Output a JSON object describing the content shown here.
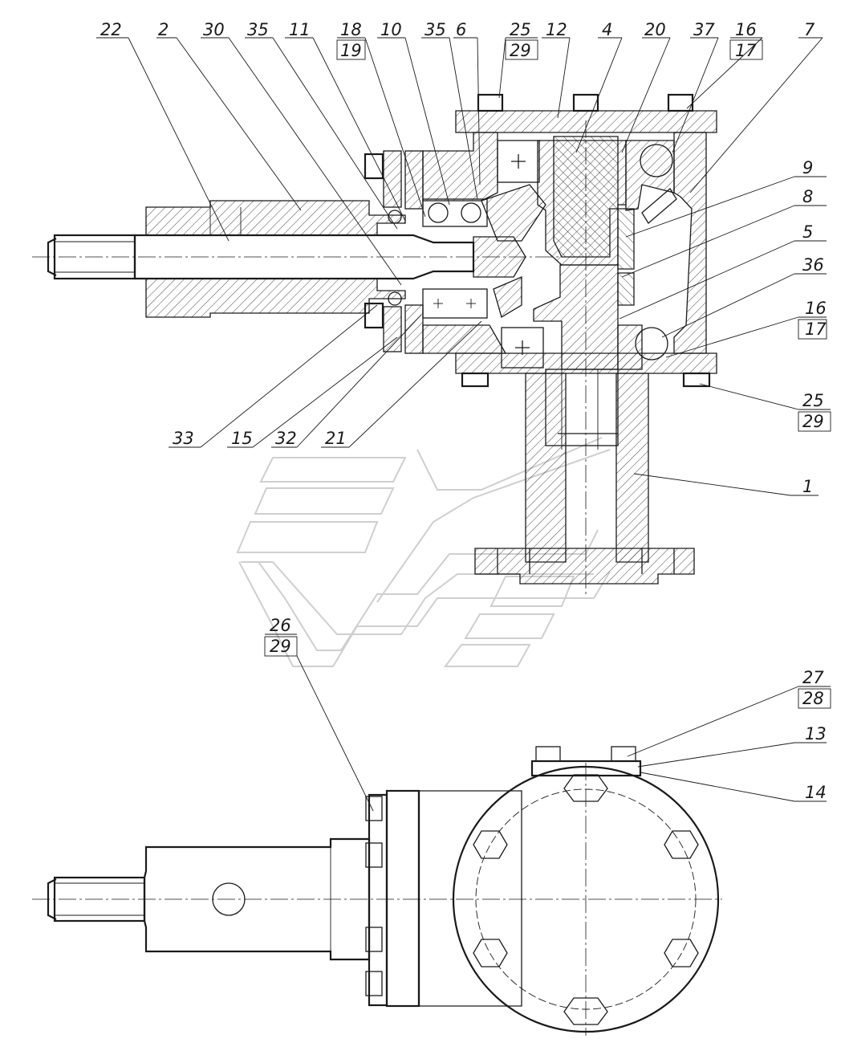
{
  "callouts_top": [
    "22",
    "2",
    "30",
    "35",
    "11",
    "18",
    "19",
    "10",
    "35",
    "6",
    "25",
    "29",
    "12",
    "4",
    "20",
    "37",
    "16",
    "17",
    "7"
  ],
  "callouts_right": [
    "9",
    "8",
    "5",
    "36",
    "16",
    "17",
    "25",
    "29",
    "1"
  ],
  "callouts_bottom_left": [
    "33",
    "15",
    "32",
    "21"
  ],
  "callouts_bottom_view": [
    "26",
    "29",
    "27",
    "28",
    "13",
    "14"
  ],
  "colors": {
    "line": "#1a1a1a",
    "watermark": "#cfcfcf",
    "background": "#ffffff"
  }
}
